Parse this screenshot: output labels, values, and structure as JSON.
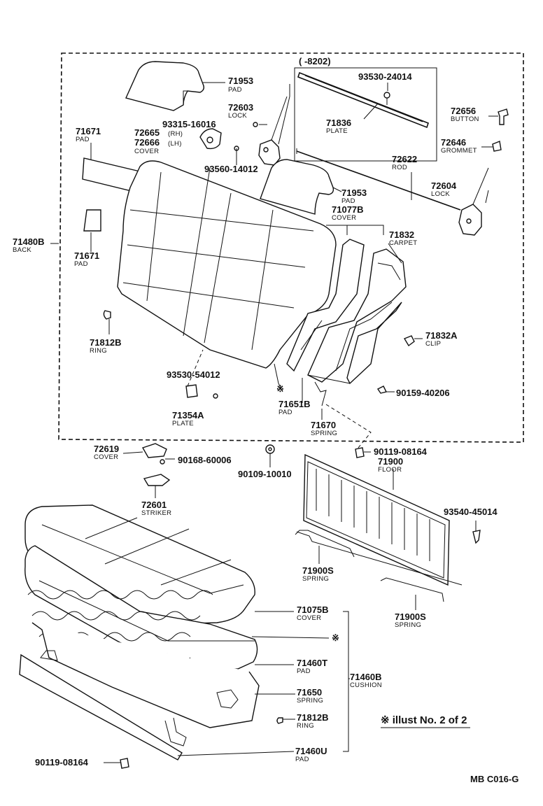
{
  "diagram": {
    "date_range": "(   -8202)",
    "note": "※ illust No. 2 of 2",
    "figure_code": "MB C016-G",
    "asterisk": "※"
  },
  "parts": [
    {
      "id": "p71953a",
      "number": "71953",
      "name": "PAD"
    },
    {
      "id": "p72603",
      "number": "72603",
      "name": "LOCK"
    },
    {
      "id": "p93315",
      "number": "93315-16016",
      "name": ""
    },
    {
      "id": "p72665",
      "number": "72665",
      "name": "(RH)"
    },
    {
      "id": "p72666",
      "number": "72666",
      "name": "(LH)"
    },
    {
      "id": "p72665cov",
      "number": "",
      "name": "COVER"
    },
    {
      "id": "p71671a",
      "number": "71671",
      "name": "PAD"
    },
    {
      "id": "p93560",
      "number": "93560-14012",
      "name": ""
    },
    {
      "id": "p93530a",
      "number": "93530-24014",
      "name": ""
    },
    {
      "id": "p71836",
      "number": "71836",
      "name": "PLATE"
    },
    {
      "id": "p72656",
      "number": "72656",
      "name": "BUTTON"
    },
    {
      "id": "p72646",
      "number": "72646",
      "name": "GROMMET"
    },
    {
      "id": "p72622",
      "number": "72622",
      "name": "ROD"
    },
    {
      "id": "p71953b",
      "number": "71953",
      "name": "PAD"
    },
    {
      "id": "p72604",
      "number": "72604",
      "name": "LOCK"
    },
    {
      "id": "p71077b",
      "number": "71077B",
      "name": "COVER"
    },
    {
      "id": "p71832",
      "number": "71832",
      "name": "CARPET"
    },
    {
      "id": "p71480b",
      "number": "71480B",
      "name": "BACK"
    },
    {
      "id": "p71671b",
      "number": "71671",
      "name": "PAD"
    },
    {
      "id": "p71812ba",
      "number": "71812B",
      "name": "RING"
    },
    {
      "id": "p71832a",
      "number": "71832A",
      "name": "CLIP"
    },
    {
      "id": "p93530b",
      "number": "93530-54012",
      "name": ""
    },
    {
      "id": "p71354a",
      "number": "71354A",
      "name": "PLATE"
    },
    {
      "id": "p71651b",
      "number": "71651B",
      "name": "PAD"
    },
    {
      "id": "p90159",
      "number": "90159-40206",
      "name": ""
    },
    {
      "id": "p71670",
      "number": "71670",
      "name": "SPRING"
    },
    {
      "id": "p72619",
      "number": "72619",
      "name": "COVER"
    },
    {
      "id": "p90168",
      "number": "90168-60006",
      "name": ""
    },
    {
      "id": "p90119a",
      "number": "90119-08164",
      "name": ""
    },
    {
      "id": "p71900",
      "number": "71900",
      "name": "FLOOR"
    },
    {
      "id": "p90109",
      "number": "90109-10010",
      "name": ""
    },
    {
      "id": "p72601",
      "number": "72601",
      "name": "STRIKER"
    },
    {
      "id": "p93540",
      "number": "93540-45014",
      "name": ""
    },
    {
      "id": "p71900sa",
      "number": "71900S",
      "name": "SPRING"
    },
    {
      "id": "p71900sb",
      "number": "71900S",
      "name": "SPRING"
    },
    {
      "id": "p71075b",
      "number": "71075B",
      "name": "COVER"
    },
    {
      "id": "p71460t",
      "number": "71460T",
      "name": "PAD"
    },
    {
      "id": "p71460b",
      "number": "71460B",
      "name": "CUSHION"
    },
    {
      "id": "p71650",
      "number": "71650",
      "name": "SPRING"
    },
    {
      "id": "p71812bb",
      "number": "71812B",
      "name": "RING"
    },
    {
      "id": "p71460u",
      "number": "71460U",
      "name": "PAD"
    },
    {
      "id": "p90119b",
      "number": "90119-08164",
      "name": ""
    }
  ]
}
